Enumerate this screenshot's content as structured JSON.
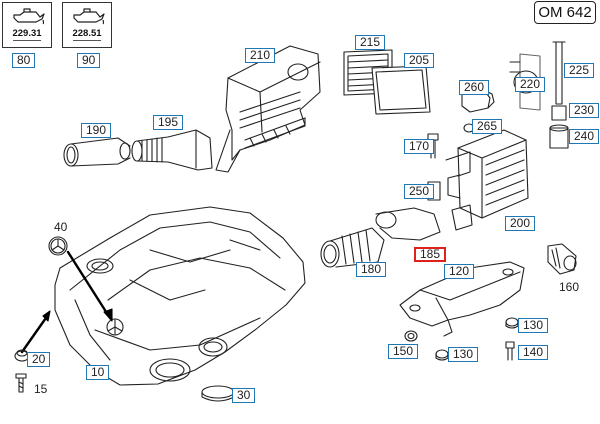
{
  "header": {
    "engine_code": "OM 642"
  },
  "oil_specs": [
    {
      "spec": "229.31",
      "icon": "oil-can-icon",
      "ref": "80"
    },
    {
      "spec": "228.51",
      "icon": "oil-can-icon",
      "ref": "90"
    }
  ],
  "parts": [
    {
      "id": "10",
      "label": "10"
    },
    {
      "id": "15",
      "label": "15"
    },
    {
      "id": "20",
      "label": "20"
    },
    {
      "id": "30",
      "label": "30"
    },
    {
      "id": "40",
      "label": "40"
    },
    {
      "id": "120",
      "label": "120"
    },
    {
      "id": "130a",
      "label": "130"
    },
    {
      "id": "130b",
      "label": "130"
    },
    {
      "id": "140",
      "label": "140"
    },
    {
      "id": "150",
      "label": "150"
    },
    {
      "id": "160",
      "label": "160"
    },
    {
      "id": "170",
      "label": "170"
    },
    {
      "id": "180",
      "label": "180"
    },
    {
      "id": "185",
      "label": "185"
    },
    {
      "id": "190",
      "label": "190"
    },
    {
      "id": "195",
      "label": "195"
    },
    {
      "id": "200",
      "label": "200"
    },
    {
      "id": "205",
      "label": "205"
    },
    {
      "id": "210",
      "label": "210"
    },
    {
      "id": "215",
      "label": "215"
    },
    {
      "id": "220",
      "label": "220"
    },
    {
      "id": "225",
      "label": "225"
    },
    {
      "id": "230",
      "label": "230"
    },
    {
      "id": "240",
      "label": "240"
    },
    {
      "id": "250",
      "label": "250"
    },
    {
      "id": "260",
      "label": "260"
    },
    {
      "id": "265",
      "label": "265"
    }
  ],
  "selected_part": "185",
  "colors": {
    "label_border": "#1f77b4",
    "selected_border": "#e0201c",
    "line_art": "#222222"
  }
}
